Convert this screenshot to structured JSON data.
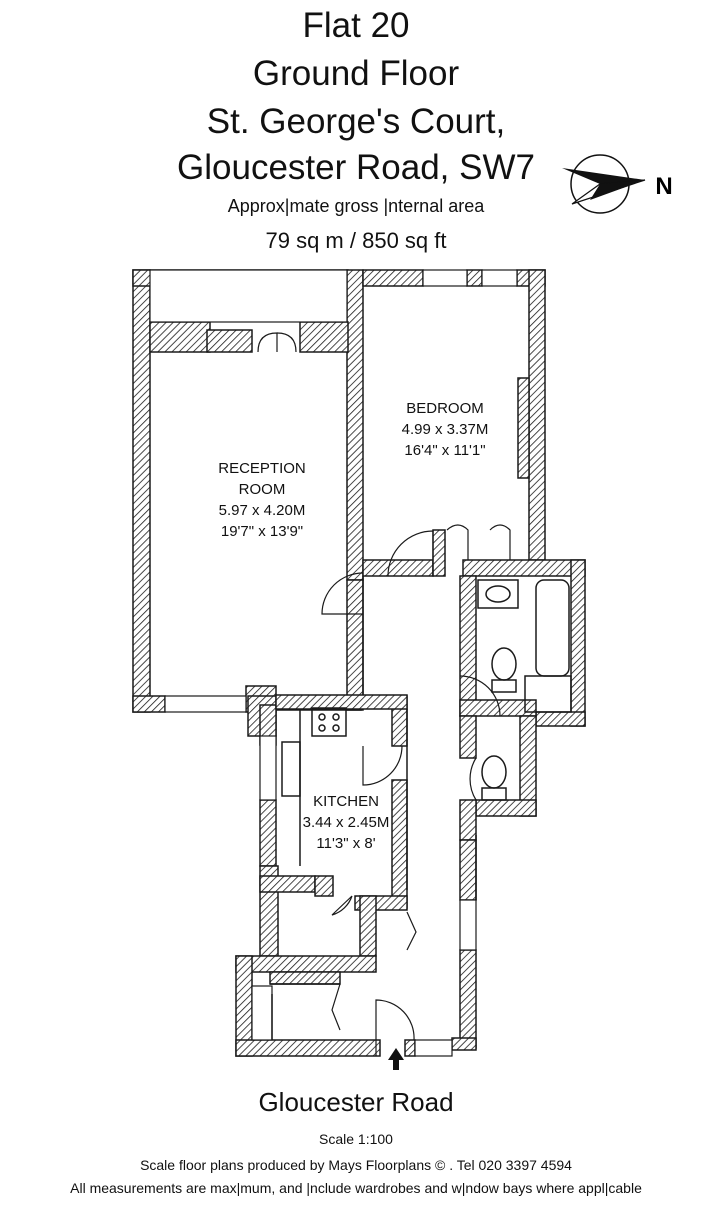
{
  "header": {
    "flat": "Flat 20",
    "floor": "Ground Floor",
    "building": "St. George's Court,",
    "address": "Gloucester Road, SW7"
  },
  "area": {
    "label": "Approx|mate gross |nternal area",
    "value": "79 sq m /  850 sq ft"
  },
  "compass": {
    "label": "N"
  },
  "rooms": {
    "reception": {
      "name_line1": "RECEPTION",
      "name_line2": "ROOM",
      "metric": "5.97 x 4.20M",
      "imperial": "19'7\" x 13'9\""
    },
    "bedroom": {
      "name": "BEDROOM",
      "metric": "4.99 x 3.37M",
      "imperial": "16'4\" x 11'1\""
    },
    "kitchen": {
      "name": "KITCHEN",
      "metric": "3.44 x 2.45M",
      "imperial": "11'3\" x 8'"
    }
  },
  "footer": {
    "road": "Gloucester Road",
    "scale": "Scale 1:100",
    "credit": "Scale floor plans produced by Mays Floorplans  © . Tel 020 3397 4594",
    "note": "All measurements are max|mum, and |nclude wardrobes and w|ndow bays where appl|cable"
  },
  "colors": {
    "wall": "#1a1a1a",
    "hatch": "#1a1a1a",
    "background": "#ffffff"
  }
}
